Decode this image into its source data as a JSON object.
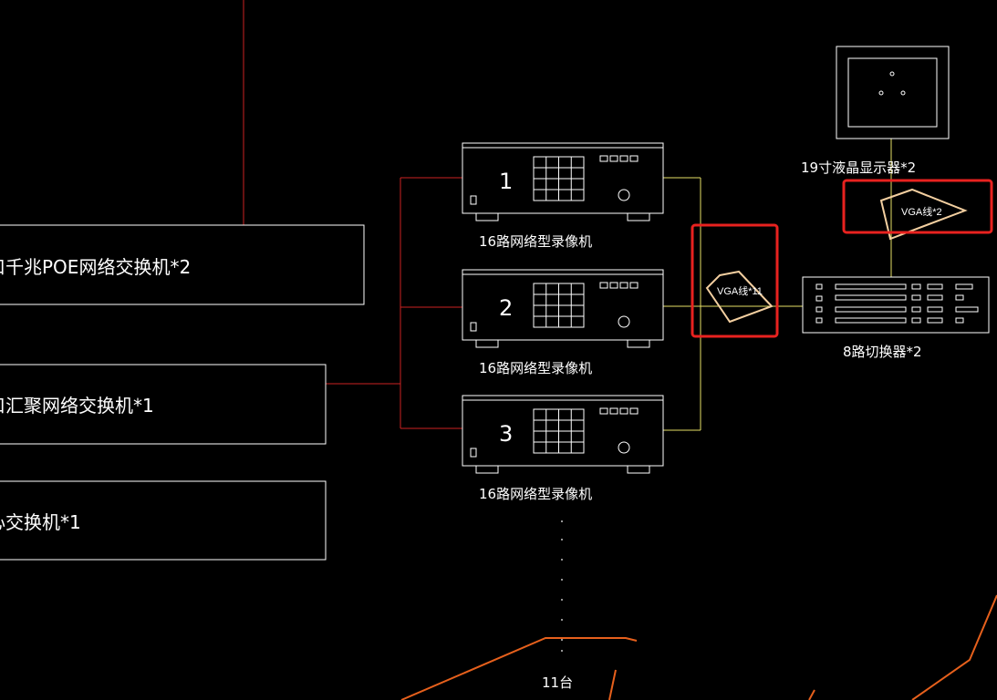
{
  "switches": {
    "poe": "口千兆POE网络交换机*2",
    "aggregation": "口汇聚网络交换机*1",
    "core": "心交换机*1"
  },
  "recorders": {
    "label": "16路网络型录像机",
    "numbers": [
      "1",
      "2",
      "3"
    ],
    "total": "11台"
  },
  "monitor": {
    "label": "19寸液晶显示器*2"
  },
  "switcher": {
    "label": "8路切换器*2"
  },
  "annotations": {
    "vga_cable_1": "VGA线*11",
    "vga_cable_2": "VGA线*2"
  },
  "colors": {
    "background": "#000000",
    "equipment": "#ffffff",
    "network_cable": "#cc2222",
    "video_cable": "#e6e066",
    "highlight_box": "#e8221f",
    "cloud_annotation": "#f3cfa0",
    "orange_lines": "#e6601c"
  }
}
